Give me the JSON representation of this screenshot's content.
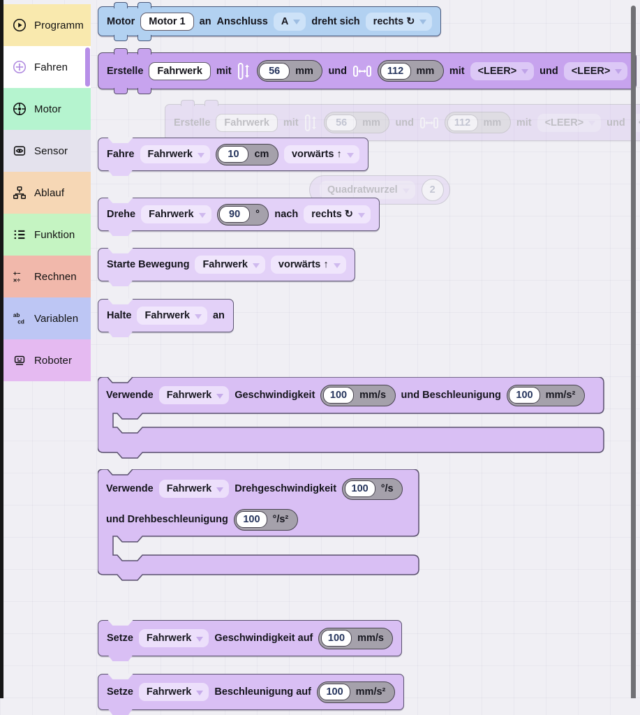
{
  "sidebar": {
    "items": [
      {
        "label": "Programm",
        "color": "#f9e9ae"
      },
      {
        "label": "Fahren",
        "color": "#ffffff"
      },
      {
        "label": "Motor",
        "color": "#b5f4cf"
      },
      {
        "label": "Sensor",
        "color": "#e4e2ed"
      },
      {
        "label": "Ablauf",
        "color": "#f6d7b5"
      },
      {
        "label": "Funktion",
        "color": "#c5f4c2"
      },
      {
        "label": "Rechnen",
        "color": "#f1b8ab"
      },
      {
        "label": "Variablen",
        "color": "#bdc6f4"
      },
      {
        "label": "Roboter",
        "color": "#e5baf1"
      }
    ]
  },
  "canvas": {
    "motor": {
      "label": "Motor",
      "name_field": "Motor 1",
      "an": "an",
      "anschluss": "Anschluss",
      "port": "A",
      "dreht": "dreht sich",
      "direction": "rechts ↻"
    },
    "erstelle": {
      "label": "Erstelle",
      "name_field": "Fahrwerk",
      "mit1": "mit",
      "wheel_mm": "56",
      "wheel_unit": "mm",
      "und1": "und",
      "track_mm": "112",
      "track_unit": "mm",
      "mit2": "mit",
      "motor_left": "<LEER>",
      "und2": "und",
      "motor_right": "<LEER>"
    },
    "fahre": {
      "label": "Fahre",
      "drive": "Fahrwerk",
      "value": "10",
      "unit": "cm",
      "direction": "vorwärts ↑"
    },
    "sqrt_ghost": {
      "label": "Quadratwurzel",
      "value": "2"
    },
    "drehe": {
      "label": "Drehe",
      "drive": "Fahrwerk",
      "value": "90",
      "unit": "°",
      "nach": "nach",
      "direction": "rechts ↻"
    },
    "starte": {
      "label": "Starte Bewegung",
      "drive": "Fahrwerk",
      "direction": "vorwärts ↑"
    },
    "halte": {
      "label": "Halte",
      "drive": "Fahrwerk",
      "an": "an"
    },
    "verwende_speed": {
      "label": "Verwende",
      "drive": "Fahrwerk",
      "speed_label": "Geschwindigkeit",
      "speed": "100",
      "speed_unit": "mm/s",
      "accel_label": "und Beschleunigung",
      "accel": "100",
      "accel_unit": "mm/s²"
    },
    "verwende_turn": {
      "label": "Verwende",
      "drive": "Fahrwerk",
      "speed_label": "Drehgeschwindigkeit",
      "speed": "100",
      "speed_unit": "°/s",
      "accel_label": "und Drehbeschleunigung",
      "accel": "100",
      "accel_unit": "°/s²"
    },
    "setze_speed": {
      "label": "Setze",
      "drive": "Fahrwerk",
      "prop": "Geschwindigkeit auf",
      "value": "100",
      "unit": "mm/s"
    },
    "setze_accel": {
      "label": "Setze",
      "drive": "Fahrwerk",
      "prop": "Beschleunigung auf",
      "value": "100",
      "unit": "mm/s²"
    }
  }
}
